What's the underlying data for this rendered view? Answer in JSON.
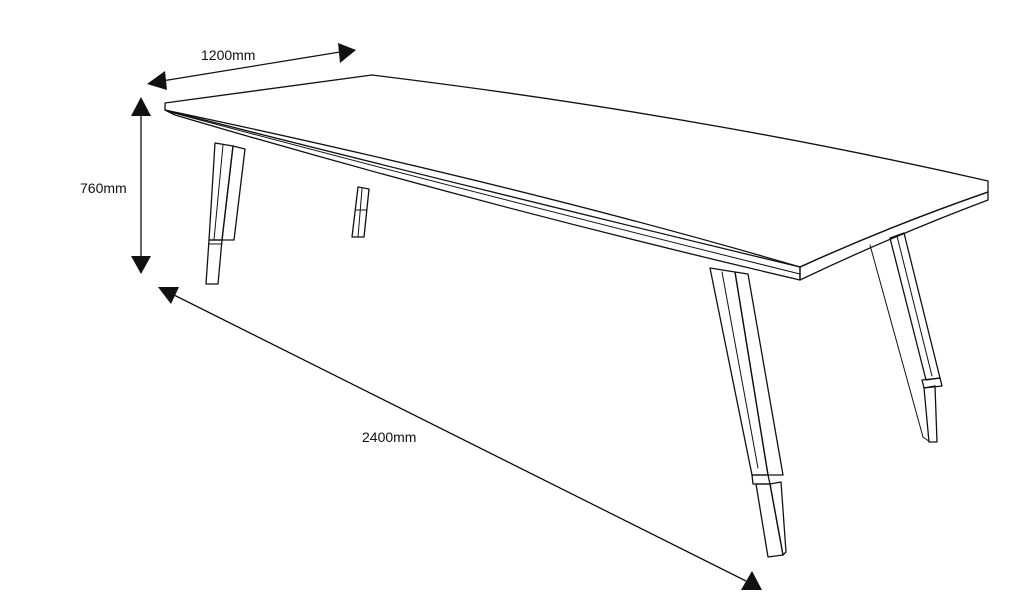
{
  "dimensions": {
    "depth": "1200mm",
    "height": "760mm",
    "length": "2400mm"
  }
}
